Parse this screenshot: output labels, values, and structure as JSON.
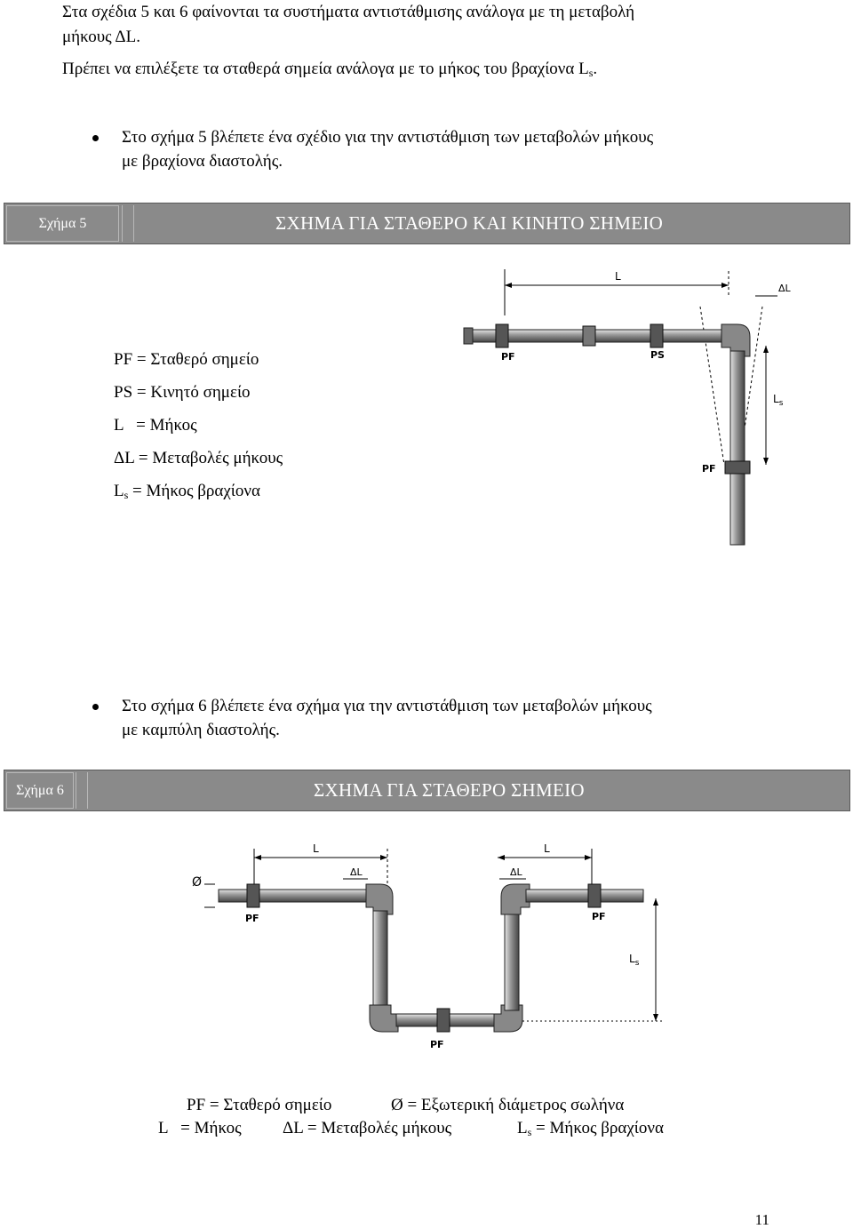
{
  "intro": {
    "line1": "Στα σχέδια 5 και 6 φαίνονται τα συστήματα αντιστάθμισης ανάλογα με τη μεταβολή",
    "line2": "μήκους ΔL.",
    "line3_main": "Πρέπει να επιλέξετε τα σταθερά σημεία ανάλογα με το μήκος του βραχίονα L",
    "line3_sub": "s",
    "line3_end": "."
  },
  "bullet1": {
    "line1": "Στο σχήμα 5 βλέπετε ένα σχέδιο για την αντιστάθμιση των μεταβολών μήκους",
    "line2": "με βραχίονα διαστολής."
  },
  "figure5": {
    "label": "Σχήμα 5",
    "title": "ΣΧΗΜΑ ΓΙΑ ΣΤΑΘΕΡΟ ΚΑΙ ΚΙΝΗΤΟ ΣΗΜΕΙΟ",
    "legend": {
      "pf": "PF = Σταθερό σημείο",
      "ps": "PS = Κινητό σημείο",
      "l": "L   = Μήκος",
      "dl": "ΔL = Μεταβολές μήκους",
      "ls_main": "L",
      "ls_sub": "s",
      "ls_rest": " = Μήκος βραχίονα"
    },
    "drawing_labels": {
      "L": "L",
      "dL": "ΔL",
      "PF": "PF",
      "PS": "PS",
      "Ls": "L",
      "Ls_sub": "s",
      "PF2": "PF"
    }
  },
  "bullet2": {
    "line1": "Στο σχήμα 6 βλέπετε ένα σχήμα για την αντιστάθμιση των μεταβολών μήκους",
    "line2": "με καμπύλη διαστολής."
  },
  "figure6": {
    "label": "Σχήμα 6",
    "title": "ΣΧΗΜΑ ΓΙΑ ΣΤΑΘΕΡΟ ΣΗΜΕΙΟ",
    "drawing_labels": {
      "diam": "Ø",
      "L1": "L",
      "dL1": "ΔL",
      "PF1": "PF",
      "L2": "L",
      "dL2": "ΔL",
      "PF2": "PF",
      "Ls": "L",
      "Ls_sub": "s",
      "PF3": "PF"
    },
    "legend": {
      "row1_a": "PF = Σταθερό σημείο",
      "row1_b": "Ø = Εξωτερική διάμετρος σωλήνα",
      "row2_a": "L   = Μήκος",
      "row2_b": "ΔL = Μεταβολές μήκους",
      "row2_c_main": "L",
      "row2_c_sub": "s",
      "row2_c_rest": " = Μήκος βραχίονα"
    }
  },
  "page_number": "11"
}
